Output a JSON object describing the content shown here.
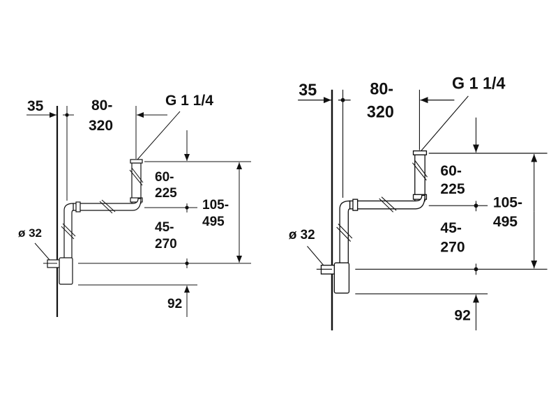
{
  "drawings": [
    {
      "wall_offset": "35",
      "horizontal_range_a": "80-",
      "horizontal_range_b": "320",
      "thread": "G 1 1/4",
      "upper_height_a": "60-",
      "upper_height_b": "225",
      "lower_height_a": "45-",
      "lower_height_b": "270",
      "total_height_a": "105-",
      "total_height_b": "495",
      "bottom_offset": "92",
      "outlet_diameter": "ø 32"
    },
    {
      "wall_offset": "35",
      "horizontal_range_a": "80-",
      "horizontal_range_b": "320",
      "thread": "G 1 1/4",
      "upper_height_a": "60-",
      "upper_height_b": "225",
      "lower_height_a": "45-",
      "lower_height_b": "270",
      "total_height_a": "105-",
      "total_height_b": "495",
      "bottom_offset": "92",
      "outlet_diameter": "ø 32"
    }
  ]
}
